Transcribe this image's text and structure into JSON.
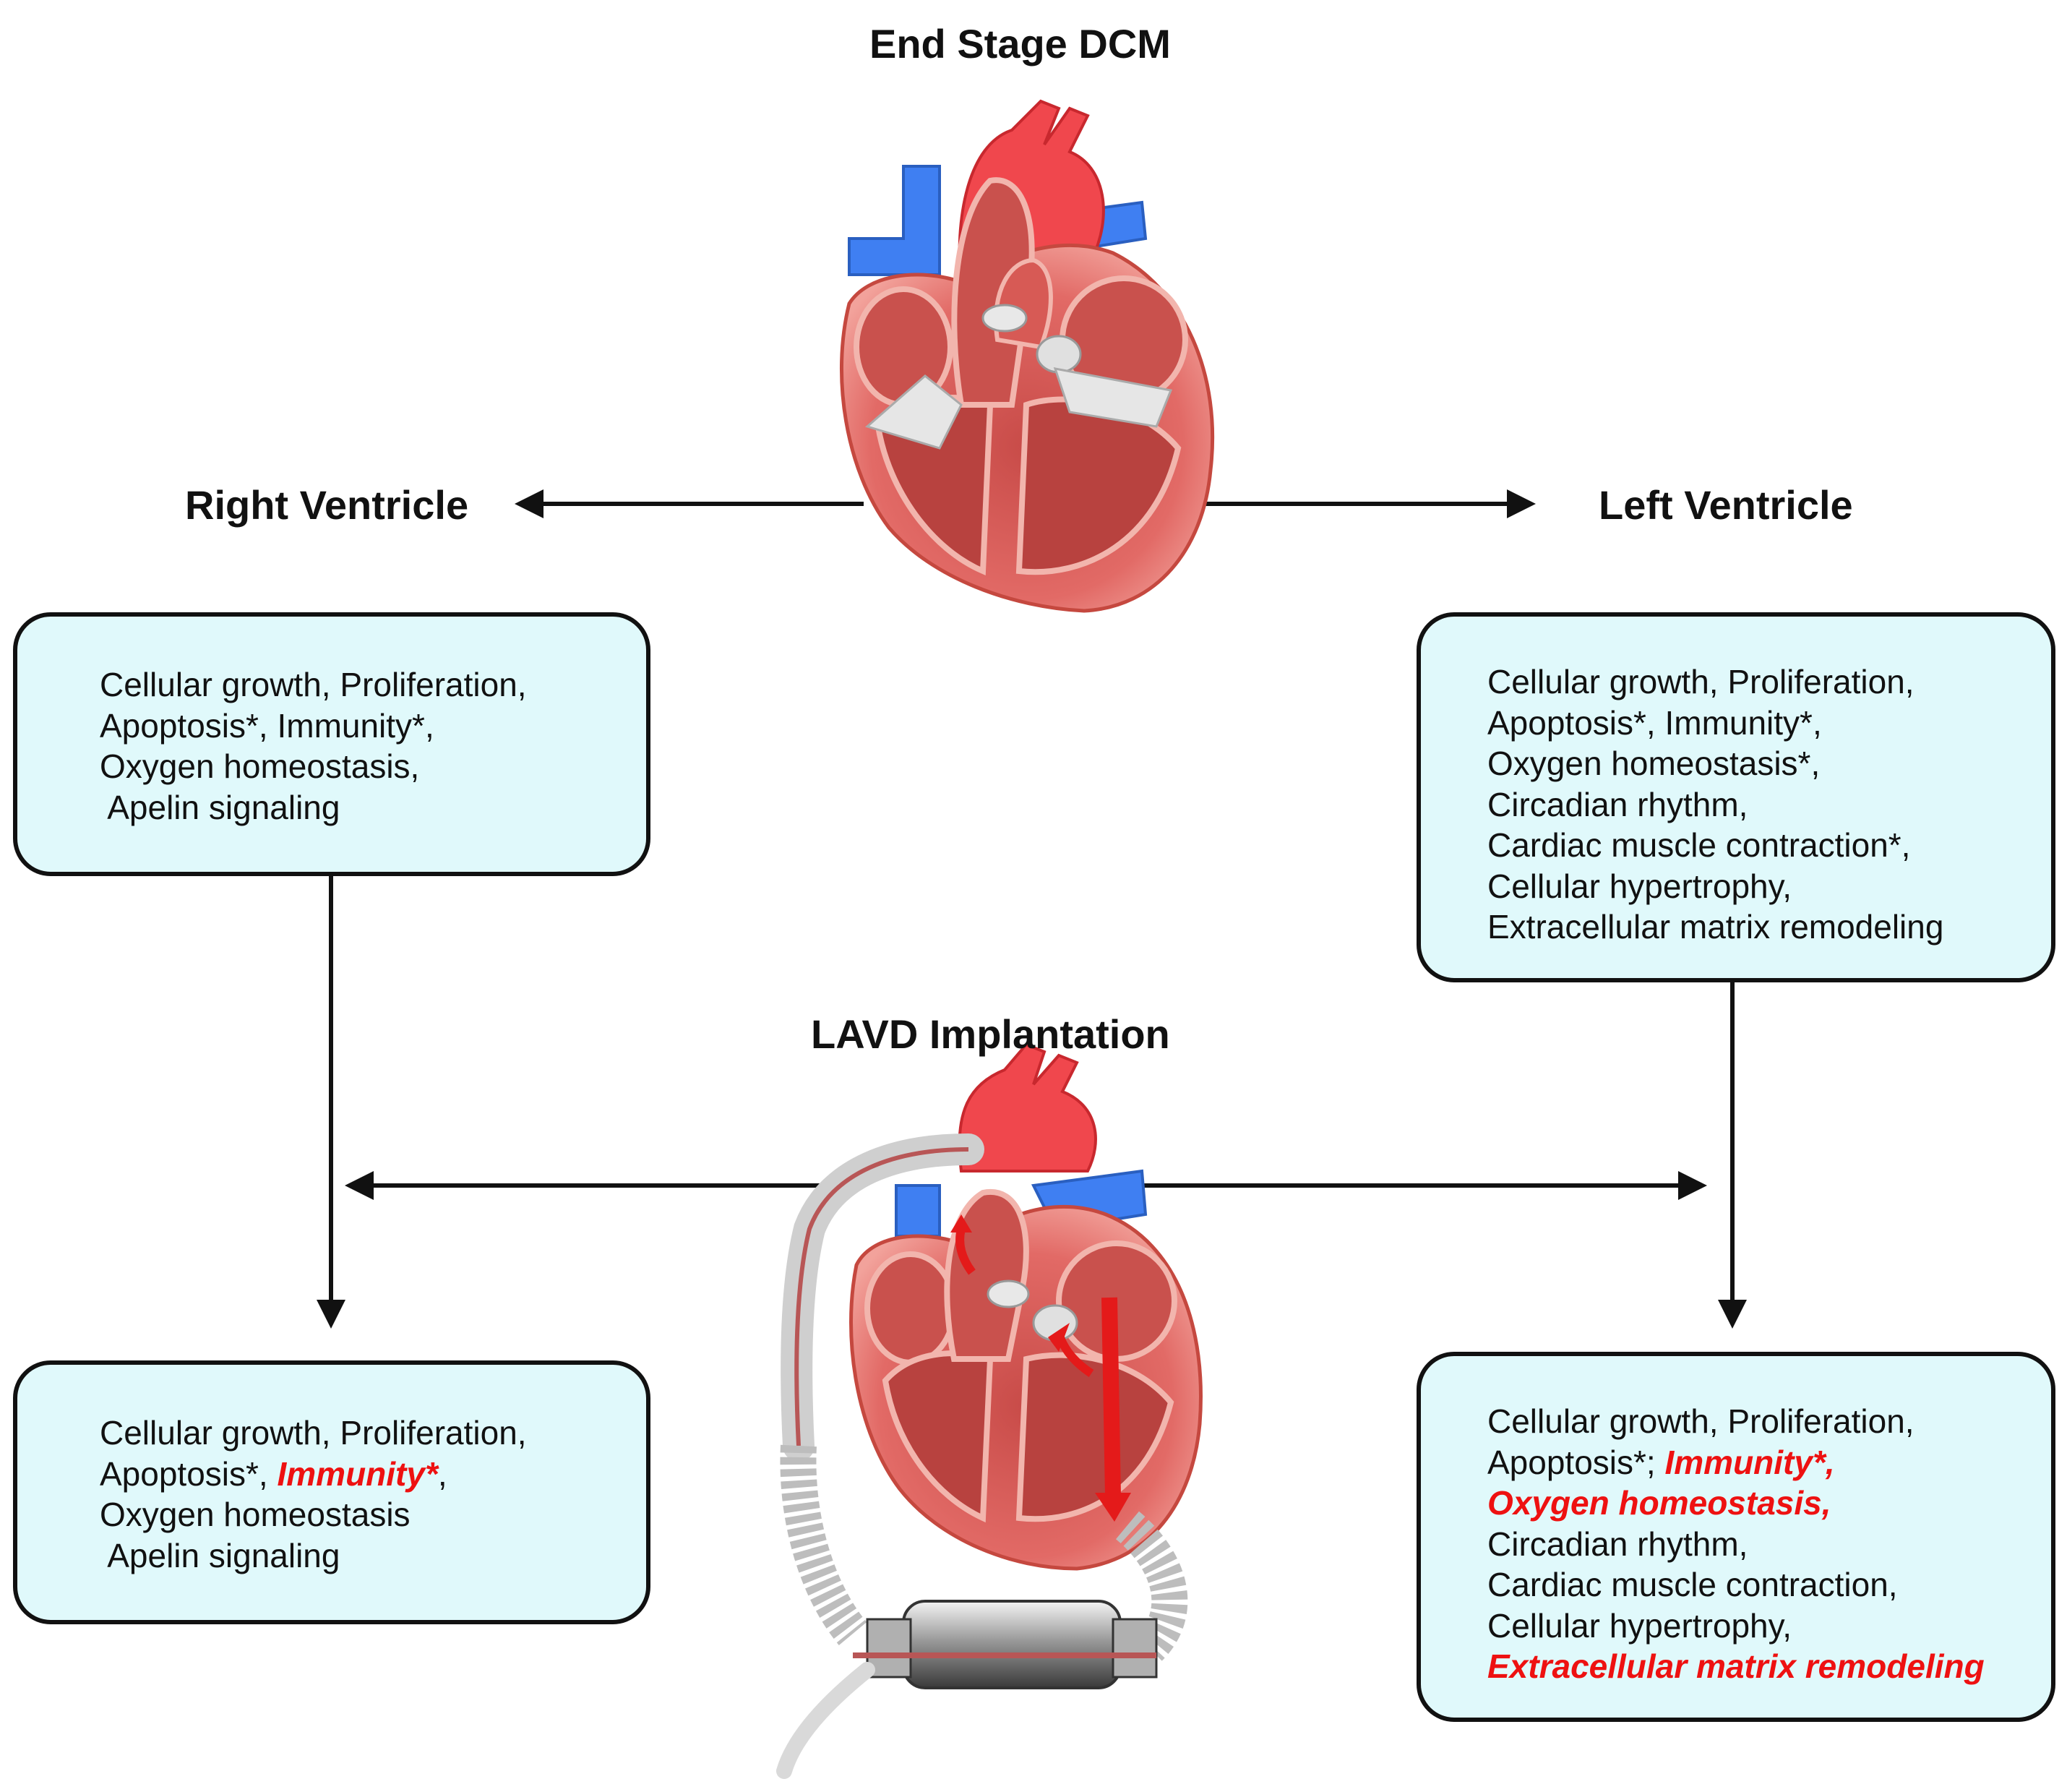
{
  "titles": {
    "end_stage": "End Stage DCM",
    "right_ventricle": "Right Ventricle",
    "left_ventricle": "Left Ventricle",
    "lvad": "LAVD Implantation"
  },
  "boxes": {
    "rv_top": {
      "lines": [
        [
          {
            "text": "Cellular growth, Proliferation,"
          }
        ],
        [
          {
            "text": "Apoptosis*, Immunity*,"
          }
        ],
        [
          {
            "text": "Oxygen homeostasis,"
          }
        ],
        [
          {
            "text": " Apelin signaling"
          }
        ]
      ]
    },
    "lv_top": {
      "lines": [
        [
          {
            "text": "Cellular growth, Proliferation,"
          }
        ],
        [
          {
            "text": "Apoptosis*, Immunity*,"
          }
        ],
        [
          {
            "text": "Oxygen homeostasis*,"
          }
        ],
        [
          {
            "text": "Circadian rhythm,"
          }
        ],
        [
          {
            "text": "Cardiac muscle contraction*,"
          }
        ],
        [
          {
            "text": "Cellular hypertrophy,"
          }
        ],
        [
          {
            "text": "Extracellular matrix remodeling"
          }
        ]
      ]
    },
    "rv_bottom": {
      "lines": [
        [
          {
            "text": "Cellular growth, Proliferation,"
          }
        ],
        [
          {
            "text": "Apoptosis*, "
          },
          {
            "text": "Immunity*",
            "highlight": true
          },
          {
            "text": ","
          }
        ],
        [
          {
            "text": "Oxygen homeostasis"
          }
        ],
        [
          {
            "text": " Apelin signaling"
          }
        ]
      ]
    },
    "lv_bottom": {
      "lines": [
        [
          {
            "text": "Cellular growth, Proliferation,"
          }
        ],
        [
          {
            "text": "Apoptosis*; "
          },
          {
            "text": "Immunity*,",
            "highlight": true
          }
        ],
        [
          {
            "text": "Oxygen homeostasis,",
            "highlight": true
          }
        ],
        [
          {
            "text": "Circadian rhythm,"
          }
        ],
        [
          {
            "text": "Cardiac muscle contraction,"
          }
        ],
        [
          {
            "text": "Cellular hypertrophy,"
          }
        ],
        [
          {
            "text": "Extracellular matrix remodeling",
            "highlight": true
          }
        ]
      ]
    }
  },
  "colors": {
    "box_fill": "#e0f9fb",
    "highlight": "#ee1111",
    "heart_muscle": "#e26a66",
    "aorta": "#f0474d",
    "vein": "#3f7ff2"
  },
  "icons": {
    "heart_top": "heart-cross-section-icon",
    "heart_bottom": "heart-with-lvad-pump-icon"
  }
}
